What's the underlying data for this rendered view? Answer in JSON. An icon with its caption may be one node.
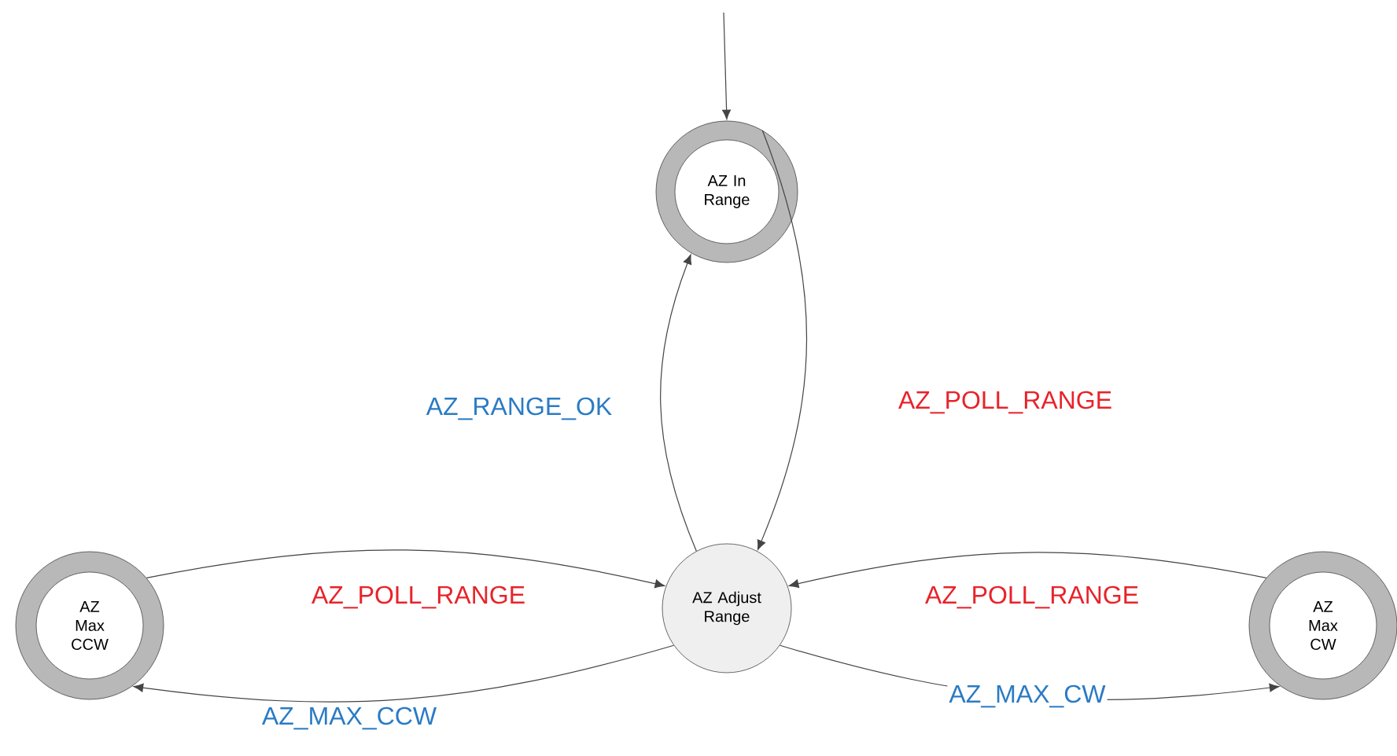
{
  "diagram": {
    "nodes": [
      {
        "text": [
          "AZ In Range"
        ]
      },
      {
        "text": [
          "AZ Adjust Range"
        ]
      },
      {
        "text": [
          "AZ Max CCW"
        ]
      },
      {
        "text": [
          "AZ Max CW"
        ]
      }
    ],
    "edges": [
      {
        "from": null,
        "to": 0,
        "arrow": "to"
      },
      {
        "from": 1,
        "to": 0,
        "arrow": "to",
        "label": "AZ_RANGE_OK"
      },
      {
        "from": 0,
        "to": 1,
        "arrow": "to",
        "label": "AZ_POLL_RANGE"
      },
      {
        "from": 2,
        "to": 1,
        "arrow": "to",
        "label": "AZ_POLL_RANGE"
      },
      {
        "from": 1,
        "to": 2,
        "arrow": "to",
        "label": "AZ_MAX_CCW"
      },
      {
        "from": 3,
        "to": 1,
        "arrow": "to",
        "label": "AZ_POLL_RANGE"
      },
      {
        "from": 1,
        "to": 3,
        "arrow": "to",
        "label": "AZ_MAX_CW"
      }
    ]
  }
}
